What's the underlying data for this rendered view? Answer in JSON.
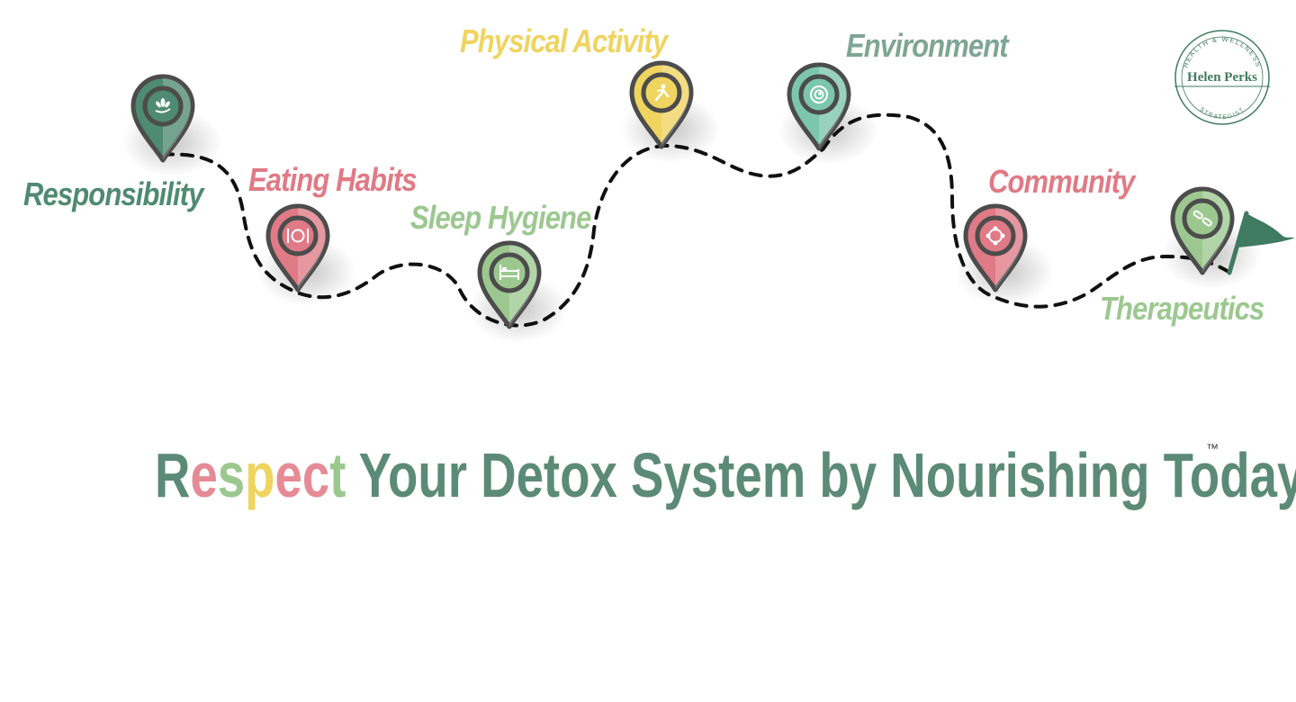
{
  "colors": {
    "teal": "#4f8a74",
    "red": "#e07a86",
    "green": "#9cc890",
    "yellow": "#efd460",
    "mint": "#7cc6ae",
    "dark": "#4c4c4c"
  },
  "milestones": [
    {
      "label": "Responsibility",
      "color": "#4f8a74",
      "icon": "hand-with-leaves-icon"
    },
    {
      "label": "Eating Habits",
      "color": "#e07a86",
      "icon": "plate-fork-knife-icon"
    },
    {
      "label": "Sleep Hygiene",
      "color": "#9cc890",
      "icon": "bed-icon"
    },
    {
      "label": "Physical Activity",
      "color": "#efd460",
      "icon": "running-person-icon"
    },
    {
      "label": "Environment",
      "color": "#7cc6ae",
      "icon": "globe-icon"
    },
    {
      "label": "Community",
      "color": "#e07a86",
      "icon": "people-circle-icon"
    },
    {
      "label": "Therapeutics",
      "color": "#9cc890",
      "icon": "pills-icon"
    }
  ],
  "finish_flag": {
    "icon": "flag-icon",
    "color": "#3f7a62"
  },
  "logo": {
    "name": "Helen Perks",
    "top_text": "HEALTH & WELLNESS",
    "bottom_text": "STRATEGIST"
  },
  "headline": {
    "letters": [
      {
        "text": "R",
        "color": "#5c8a78"
      },
      {
        "text": "e",
        "color": "#e68a96"
      },
      {
        "text": "s",
        "color": "#9cc890"
      },
      {
        "text": "p",
        "color": "#efd460"
      },
      {
        "text": "e",
        "color": "#e68a96"
      },
      {
        "text": "c",
        "color": "#e68a96"
      },
      {
        "text": "t",
        "color": "#9cc890"
      }
    ],
    "rest": " Your Detox System by Nourishing Today",
    "rest_color": "#5c8a78",
    "trademark": "™"
  }
}
